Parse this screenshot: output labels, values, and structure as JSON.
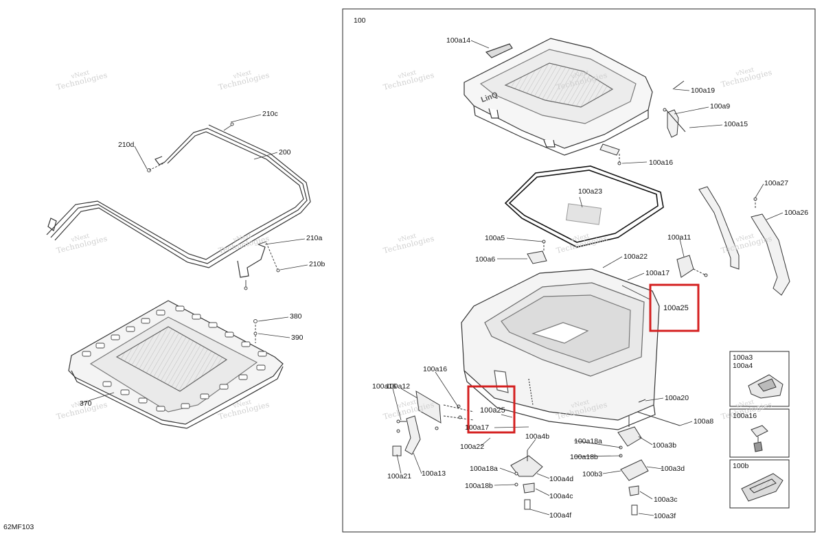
{
  "diagram": {
    "code": "62MF103",
    "detail_panel_label": "100",
    "brand_emboss": "LinQ",
    "watermark": {
      "line1": "vNext",
      "line2": "Technologies"
    },
    "callouts": {
      "c210c": "210c",
      "c210d": "210d",
      "c200": "200",
      "c210a": "210a",
      "c210b": "210b",
      "c380": "380",
      "c390": "390",
      "c370": "370",
      "c100a14": "100a14",
      "c100a19": "100a19",
      "c100a9": "100a9",
      "c100a15": "100a15",
      "c100a16_top": "100a16",
      "c100a23": "100a23",
      "c100a27": "100a27",
      "c100a26": "100a26",
      "c100a5": "100a5",
      "c100a6": "100a6",
      "c100a11": "100a11",
      "c100a22_top": "100a22",
      "c100a17_top": "100a17",
      "c100a25_right": "100a25",
      "c100a12": "100a12",
      "c100a16_left": "100a16",
      "c100a16_mid": "100a16",
      "c100a25_left": "100a25",
      "c100a17_left": "100a17",
      "c100a22_left": "100a22",
      "c100a21": "100a21",
      "c100a13": "100a13",
      "c100a20": "100a20",
      "c100a8": "100a8",
      "c100a4b": "100a4b",
      "c100a18a_r": "100a18a",
      "c100a18b_r": "100a18b",
      "c100b3": "100b3",
      "c100a3b": "100a3b",
      "c100a3d": "100a3d",
      "c100a18a_l": "100a18a",
      "c100a18b_l": "100a18b",
      "c100a4d": "100a4d",
      "c100a4c": "100a4c",
      "c100a4f": "100a4f",
      "c100a3c": "100a3c",
      "c100a3f": "100a3f",
      "inset_a3": "100a3",
      "inset_a4": "100a4",
      "inset_a16": "100a16",
      "inset_b": "100b"
    }
  }
}
